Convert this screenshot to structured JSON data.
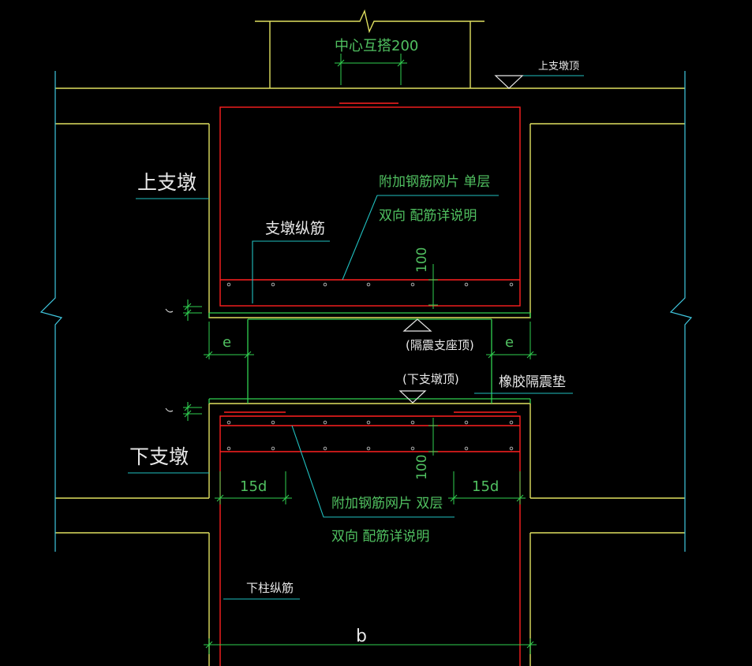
{
  "labels": {
    "center_spacing": "中心互搭200",
    "upper_pier_top": "上支墩顶",
    "upper_pier": "上支墩",
    "extra_mesh_single": "附加钢筋网片 单层",
    "bidirectional_detail_1": "双向 配筋详说明",
    "pier_long_rebar": "支墩纵筋",
    "dim_100_upper": "100",
    "isolator_top": "(隔震支座顶)",
    "e_left": "e",
    "e_right": "e",
    "lower_pier_top": "(下支墩顶)",
    "rubber_bearing": "橡胶隔震垫",
    "lower_pier": "下支墩",
    "dim_15d_left": "15d",
    "dim_15d_right": "15d",
    "dim_100_lower": "100",
    "extra_mesh_double": "附加钢筋网片 双层",
    "bidirectional_detail_2": "双向 配筋详说明",
    "lower_column_rebar": "下柱纵筋",
    "dim_b": "b"
  },
  "colors": {
    "background": "#000000",
    "concrete_outline": "#e0e060",
    "rebar": "#ff2020",
    "leader": "#20c0c0",
    "isolator": "#30d050",
    "label_green": "#50c060",
    "label_white": "#e8e8e8"
  }
}
